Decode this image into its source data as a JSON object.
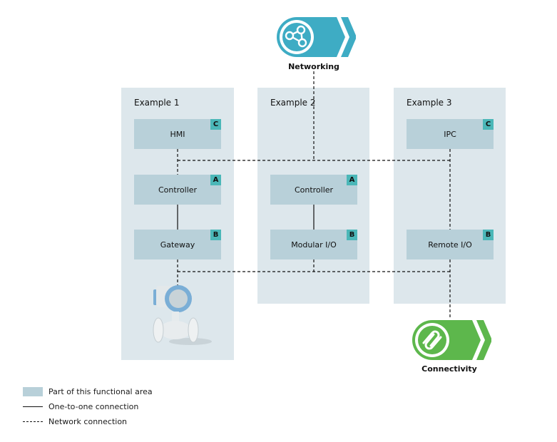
{
  "functional_areas": {
    "top": {
      "label": "Networking",
      "icon": "network-nodes-icon",
      "color": "#3eacc4"
    },
    "bottom": {
      "label": "Connectivity",
      "icon": "link-chain-icon",
      "color": "#5db74c"
    }
  },
  "examples": [
    {
      "title": "Example 1",
      "nodes": [
        {
          "label": "HMI",
          "badge": "C"
        },
        {
          "label": "Controller",
          "badge": "A"
        },
        {
          "label": "Gateway",
          "badge": "B"
        }
      ],
      "device_image": "flowmeter-device"
    },
    {
      "title": "Example 2",
      "nodes": [
        {
          "label": "Controller",
          "badge": "A"
        },
        {
          "label": "Modular I/O",
          "badge": "B"
        }
      ]
    },
    {
      "title": "Example 3",
      "nodes": [
        {
          "label": "IPC",
          "badge": "C"
        },
        {
          "label": "Remote I/O",
          "badge": "B"
        }
      ]
    }
  ],
  "legend": [
    {
      "type": "swatch",
      "label": "Part of this functional area"
    },
    {
      "type": "solid",
      "label": "One-to-one connection"
    },
    {
      "type": "dashed",
      "label": "Network connection"
    }
  ],
  "colors": {
    "panel_bg": "#dde7ec",
    "node_bg": "#b8d0d9",
    "badge_bg": "#4bb7b8"
  }
}
